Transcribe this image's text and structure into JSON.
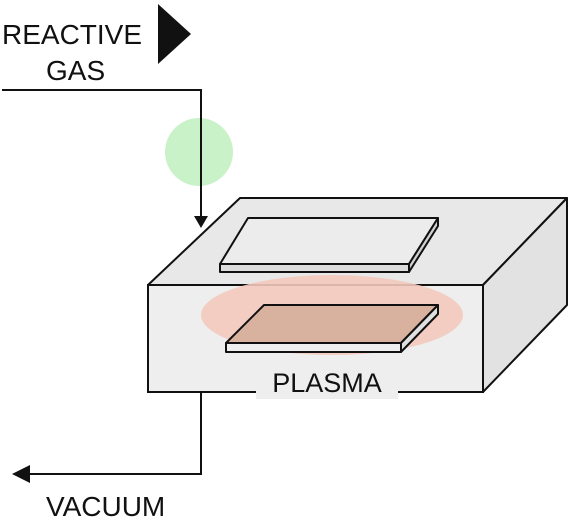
{
  "labels": {
    "reactive_line1": "REACTIVE",
    "reactive_line2": "GAS",
    "plasma": "PLASMA",
    "vacuum": "VACUUM"
  },
  "colors": {
    "box_fill": "#e8e8e8",
    "outline": "#111111",
    "gas_bubble": "#bff0bf",
    "plasma_glow": "#f3c9bb",
    "electrode_top": "#ececec",
    "electrode_bottom": "#d9b19f"
  }
}
